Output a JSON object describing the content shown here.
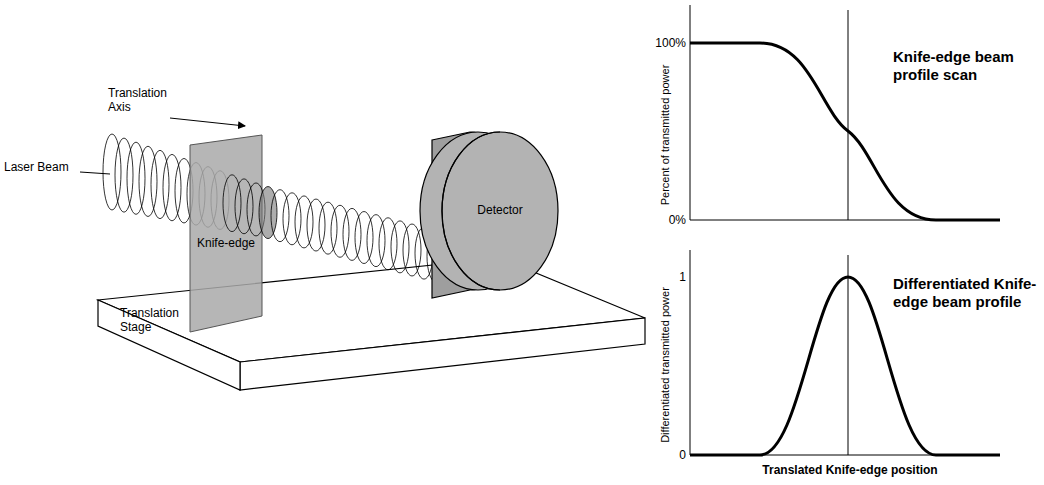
{
  "diagram": {
    "nodes": [
      {
        "text": [
          "Knife-edge"
        ]
      },
      {
        "text": [
          "Detector"
        ]
      },
      {
        "text": [
          "Translation Stage"
        ]
      }
    ],
    "labels": [
      "Translation Axis",
      "Laser Beam",
      "100%",
      "0%",
      "Percent of transmitted power",
      "Knife-edge beam profile scan",
      "1",
      "0",
      "Differentiated transmitted power",
      "Differentiated Knife-edge beam profile",
      "Translated Knife-edge position"
    ]
  }
}
